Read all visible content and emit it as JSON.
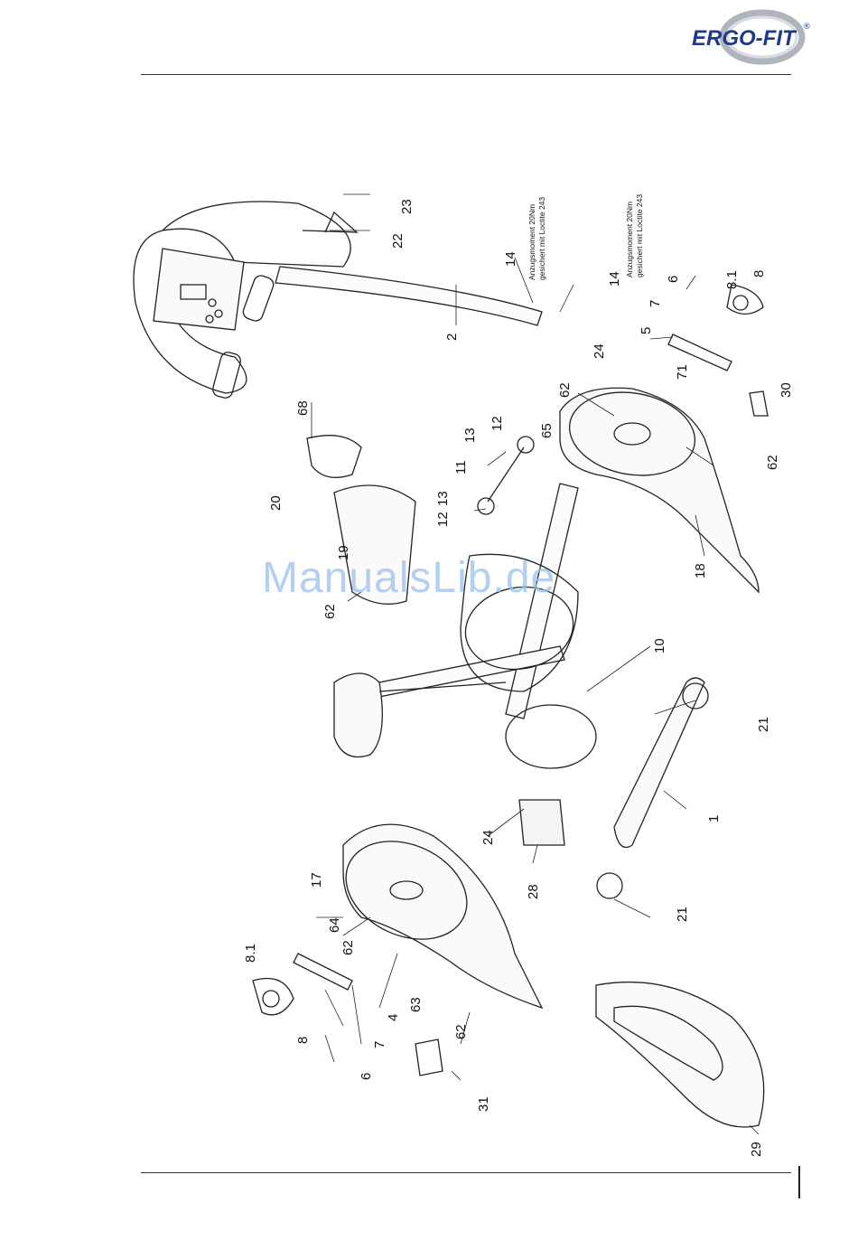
{
  "header": {
    "logo_text": "ERGO-FIT",
    "logo_mark": "®"
  },
  "watermark": "ManualsLib.de",
  "notes": [
    {
      "line1": "Anzugsmoment 20Nm",
      "line2": "gesichert mit Loctite 243"
    },
    {
      "line1": "Anzugsmoment 20Nm",
      "line2": "gesichert mit Loctite 243"
    }
  ],
  "labels": [
    "23",
    "22",
    "2",
    "14",
    "14",
    "24",
    "6",
    "8",
    "8.1",
    "7",
    "5",
    "30",
    "71",
    "62",
    "62",
    "18",
    "65",
    "12",
    "13",
    "11",
    "13",
    "12",
    "68",
    "20",
    "19",
    "62",
    "10",
    "21",
    "1",
    "24",
    "28",
    "21",
    "17",
    "64",
    "62",
    "63",
    "8.1",
    "4",
    "7",
    "8",
    "6",
    "62",
    "31",
    "29"
  ]
}
